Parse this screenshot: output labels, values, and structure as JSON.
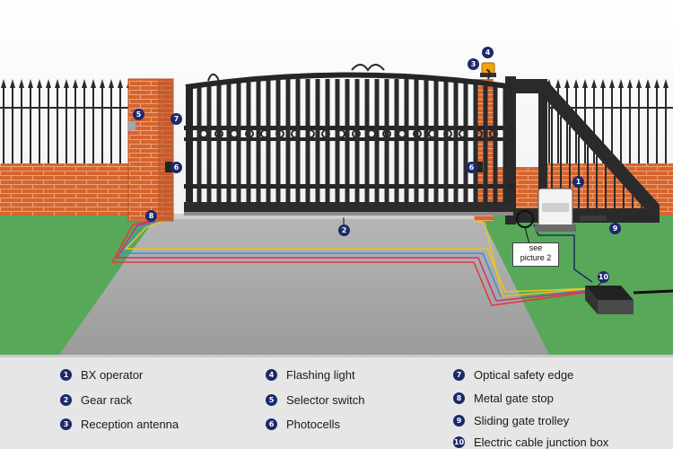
{
  "diagram": {
    "see_note": [
      "see",
      "picture 2"
    ],
    "markers": [
      {
        "n": "1"
      },
      {
        "n": "2"
      },
      {
        "n": "3"
      },
      {
        "n": "4"
      },
      {
        "n": "5"
      },
      {
        "n": "6"
      },
      {
        "n": "6"
      },
      {
        "n": "7"
      },
      {
        "n": "8"
      },
      {
        "n": "9"
      },
      {
        "n": "10"
      }
    ],
    "cable_colors": [
      "#e03a3a",
      "#d6287c",
      "#3b8fd6",
      "#e8c81f"
    ]
  },
  "legend": {
    "items": [
      {
        "n": "1",
        "label": "BX operator"
      },
      {
        "n": "2",
        "label": "Gear rack"
      },
      {
        "n": "3",
        "label": "Reception antenna"
      },
      {
        "n": "4",
        "label": "Flashing light"
      },
      {
        "n": "5",
        "label": "Selector switch"
      },
      {
        "n": "6",
        "label": "Photocells"
      },
      {
        "n": "7",
        "label": "Optical safety edge"
      },
      {
        "n": "8",
        "label": "Metal gate stop"
      },
      {
        "n": "9",
        "label": "Sliding gate trolley"
      },
      {
        "n": "10",
        "label": "Electric cable junction box"
      }
    ]
  }
}
